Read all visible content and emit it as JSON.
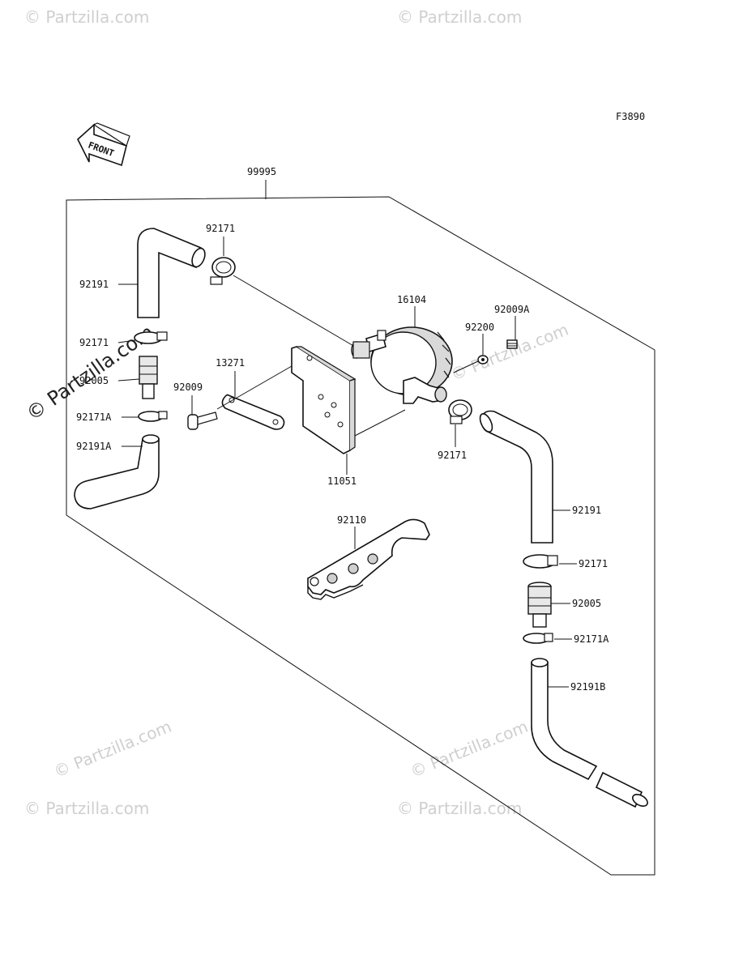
{
  "figure_code": "F3890",
  "direction_label": "FRONT",
  "watermarks": {
    "small": "© Partzilla.com",
    "large": "© Partzilla.com"
  },
  "parts": {
    "p99995": "99995",
    "p92171_a": "92171",
    "p92191_left": "92191",
    "p92171_b": "92171",
    "p92005_left": "92005",
    "p92171A_left": "92171A",
    "p92191A": "92191A",
    "p92009": "92009",
    "p13271": "13271",
    "p16104": "16104",
    "p92200": "92200",
    "p92009A": "92009A",
    "p11051": "11051",
    "p92171_c": "92171",
    "p92110": "92110",
    "p92191_right": "92191",
    "p92171_d": "92171",
    "p92005_right": "92005",
    "p92171A_right": "92171A",
    "p92191B": "92191B"
  }
}
